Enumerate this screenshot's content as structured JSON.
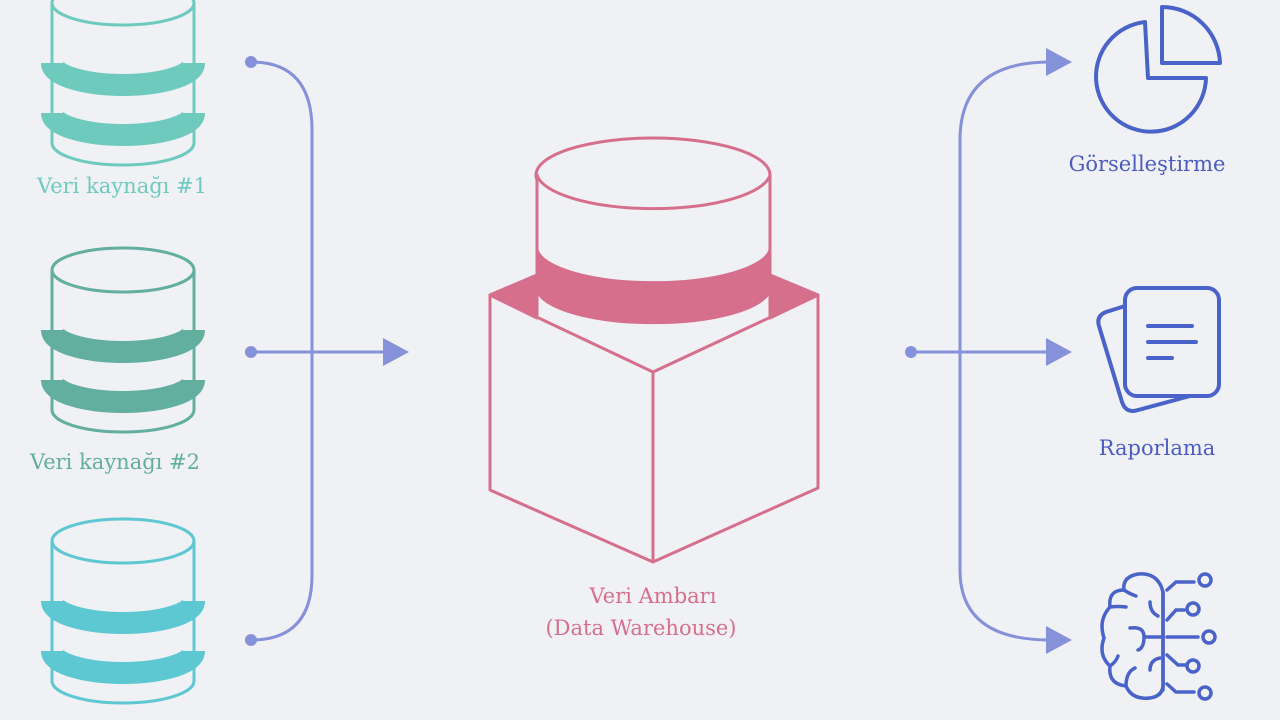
{
  "sources": [
    {
      "label": "Veri kaynağı #1",
      "color": "#6fcabe"
    },
    {
      "label": "Veri kaynağı #2",
      "color": "#62ae9f"
    },
    {
      "label": "",
      "color": "#5ec8d2"
    }
  ],
  "warehouse": {
    "label_line1": "Veri Ambarı",
    "label_line2": "(Data Warehouse)",
    "color": "#d66f8c"
  },
  "outputs": [
    {
      "label": "Görselleştirme",
      "icon": "pie-chart-icon"
    },
    {
      "label": "Raporlama",
      "icon": "document-stack-icon"
    },
    {
      "label": "",
      "icon": "ai-brain-icon"
    }
  ],
  "colors": {
    "connector": "#8591d8",
    "output_icon": "#4a63c8",
    "output_text": "#4a5cc0"
  }
}
